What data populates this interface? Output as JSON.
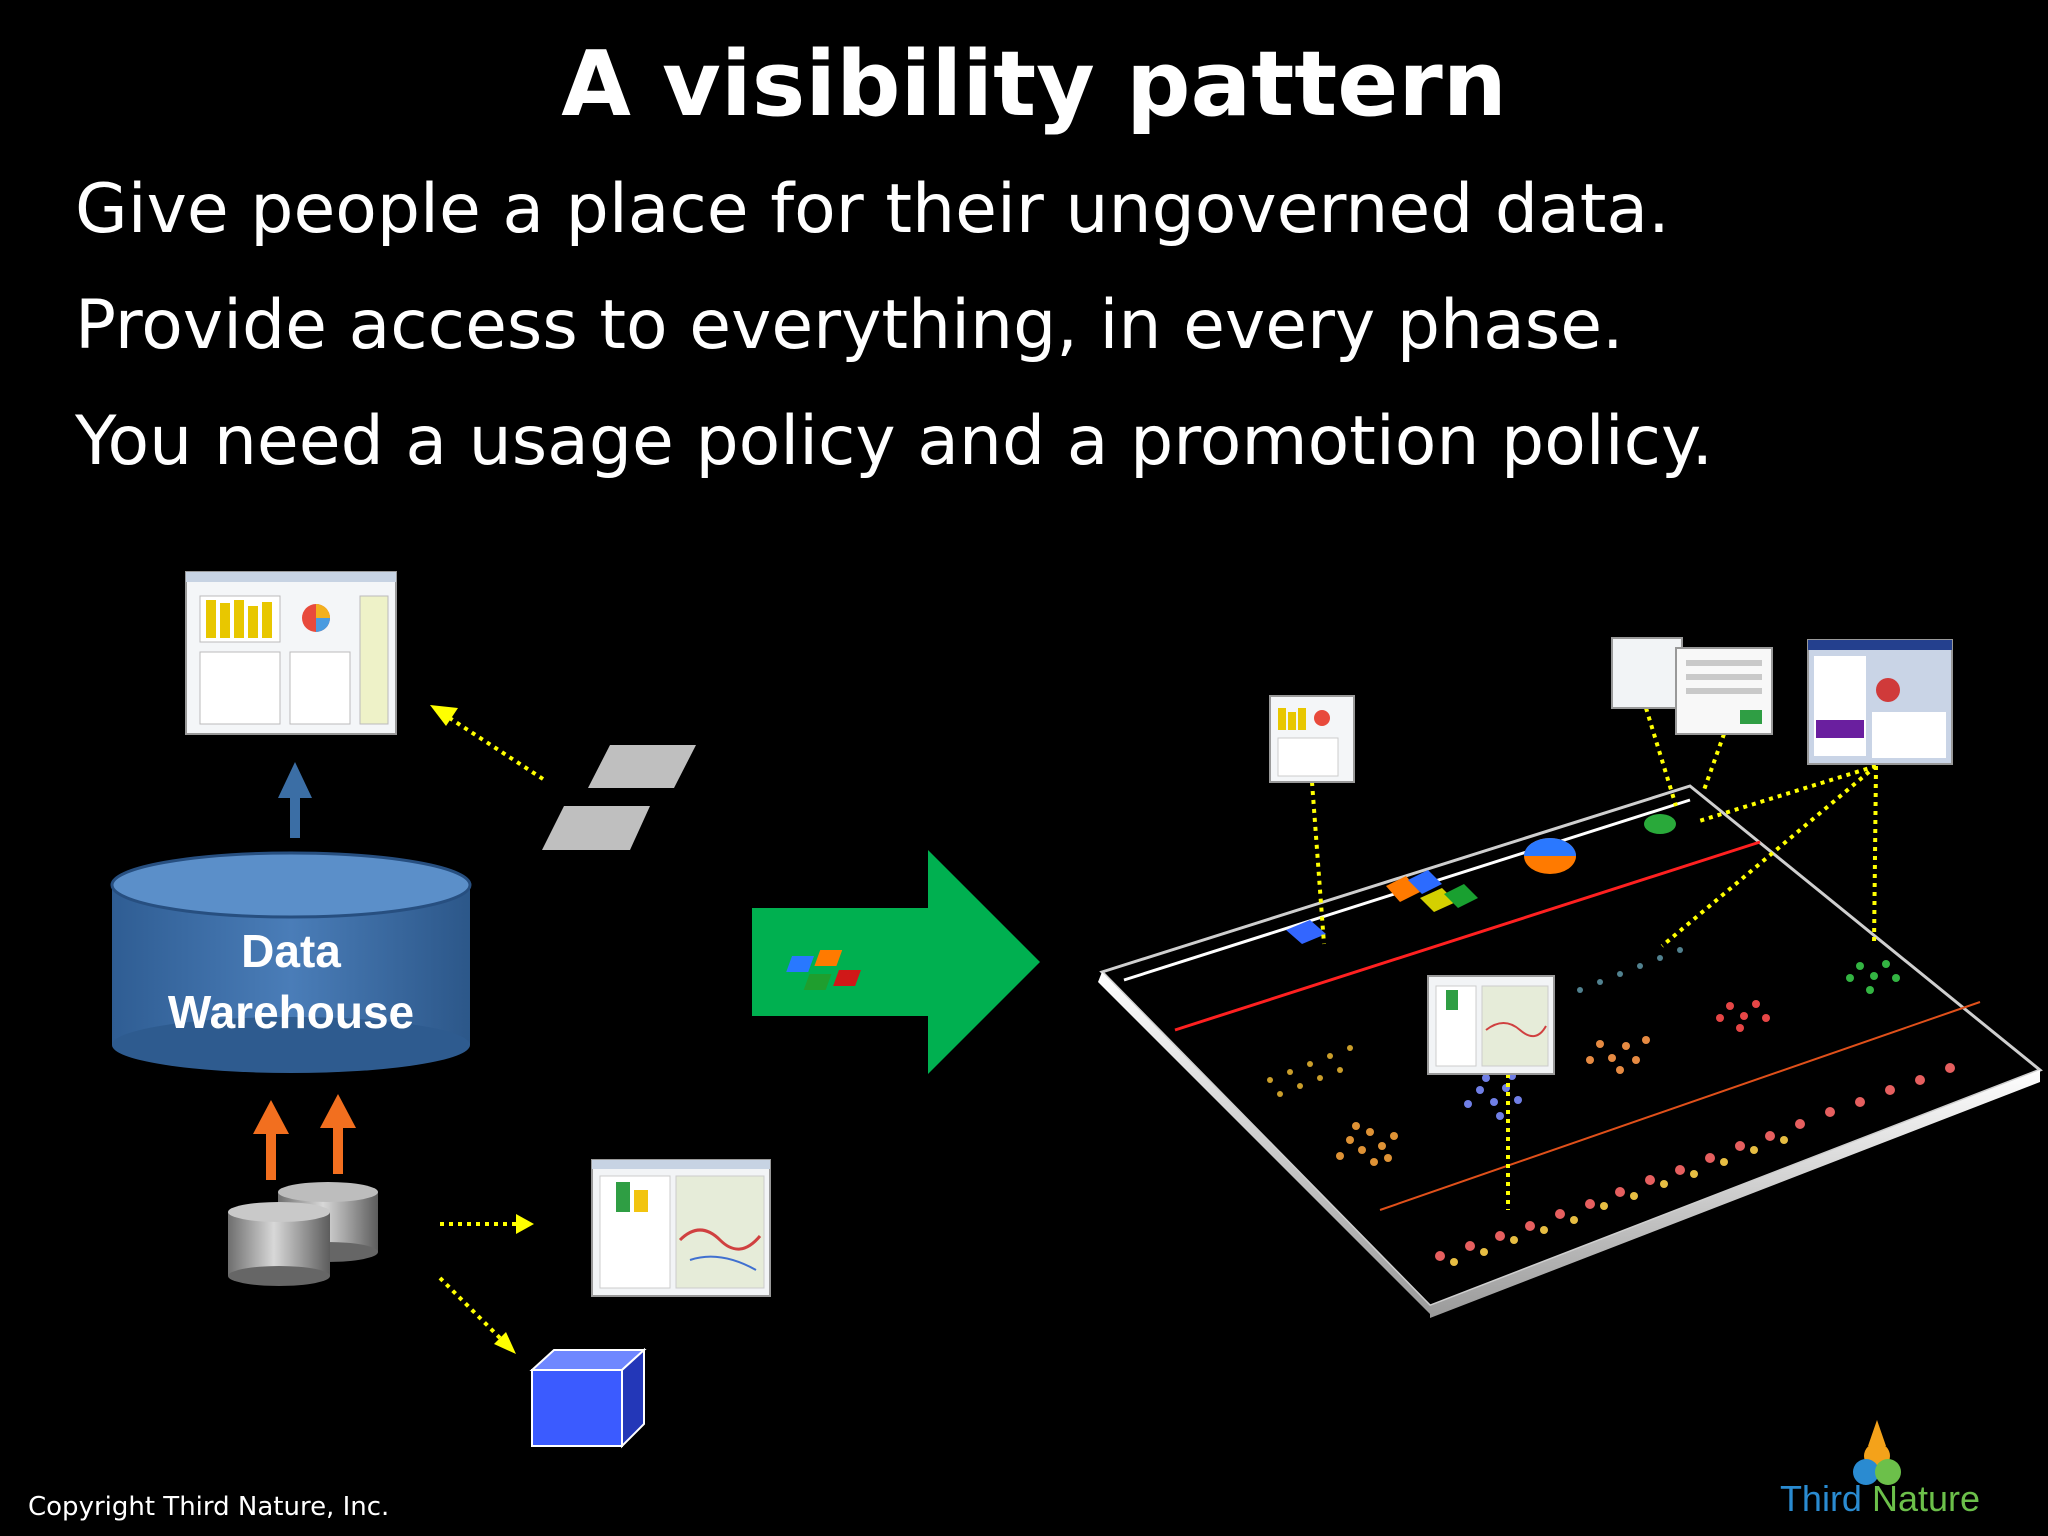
{
  "title": "A visibility pattern",
  "bullets": [
    "Give people a place for their ungoverned data.",
    "Provide access to everything, in every phase.",
    "You need a usage policy and a promotion policy."
  ],
  "warehouse": {
    "line1": "Data",
    "line2": "Warehouse"
  },
  "copyright": "Copyright Third Nature, Inc.",
  "logo": {
    "word1": "Third",
    "word2": "Nature"
  },
  "colors": {
    "warehouse": "#3d6fa8",
    "up_arrow": "#3b6ea5",
    "orange_arrow": "#f26f1f",
    "green_arrow": "#00b050",
    "dotted": "#ffff00",
    "cube": "#3b5bff"
  }
}
